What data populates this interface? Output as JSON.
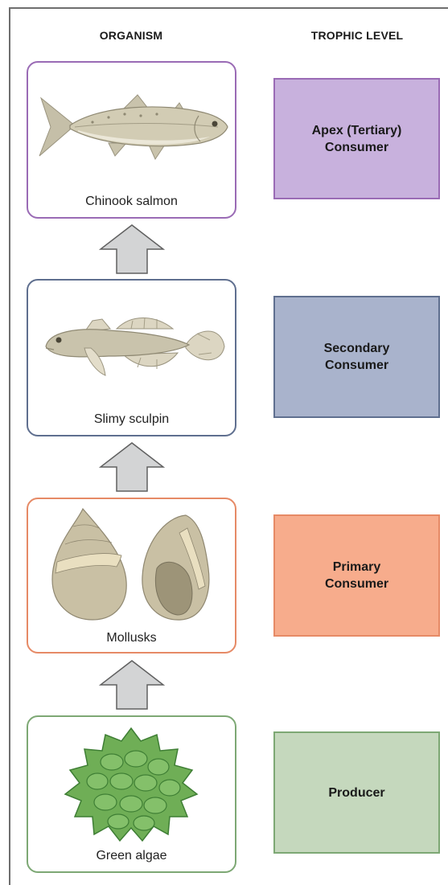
{
  "headers": {
    "organism": "ORGANISM",
    "trophic_level": "TROPHIC LEVEL"
  },
  "levels": [
    {
      "organism": "Chinook salmon",
      "level": "Apex (Tertiary)\nConsumer",
      "border": "#9a6bb5",
      "fill": "#c8b1dd",
      "icon": "salmon-icon"
    },
    {
      "organism": "Slimy sculpin",
      "level": "Secondary\nConsumer",
      "border": "#5f6f8f",
      "fill": "#a9b3cc",
      "icon": "sculpin-icon"
    },
    {
      "organism": "Mollusks",
      "level": "Primary\nConsumer",
      "border": "#e68a66",
      "fill": "#f7ac8c",
      "icon": "mollusk-icon"
    },
    {
      "organism": "Green algae",
      "level": "Producer",
      "border": "#7da874",
      "fill": "#c5d8bd",
      "icon": "green-algae-icon"
    }
  ],
  "arrow": {
    "fill": "#d3d4d5",
    "stroke": "#606060"
  }
}
